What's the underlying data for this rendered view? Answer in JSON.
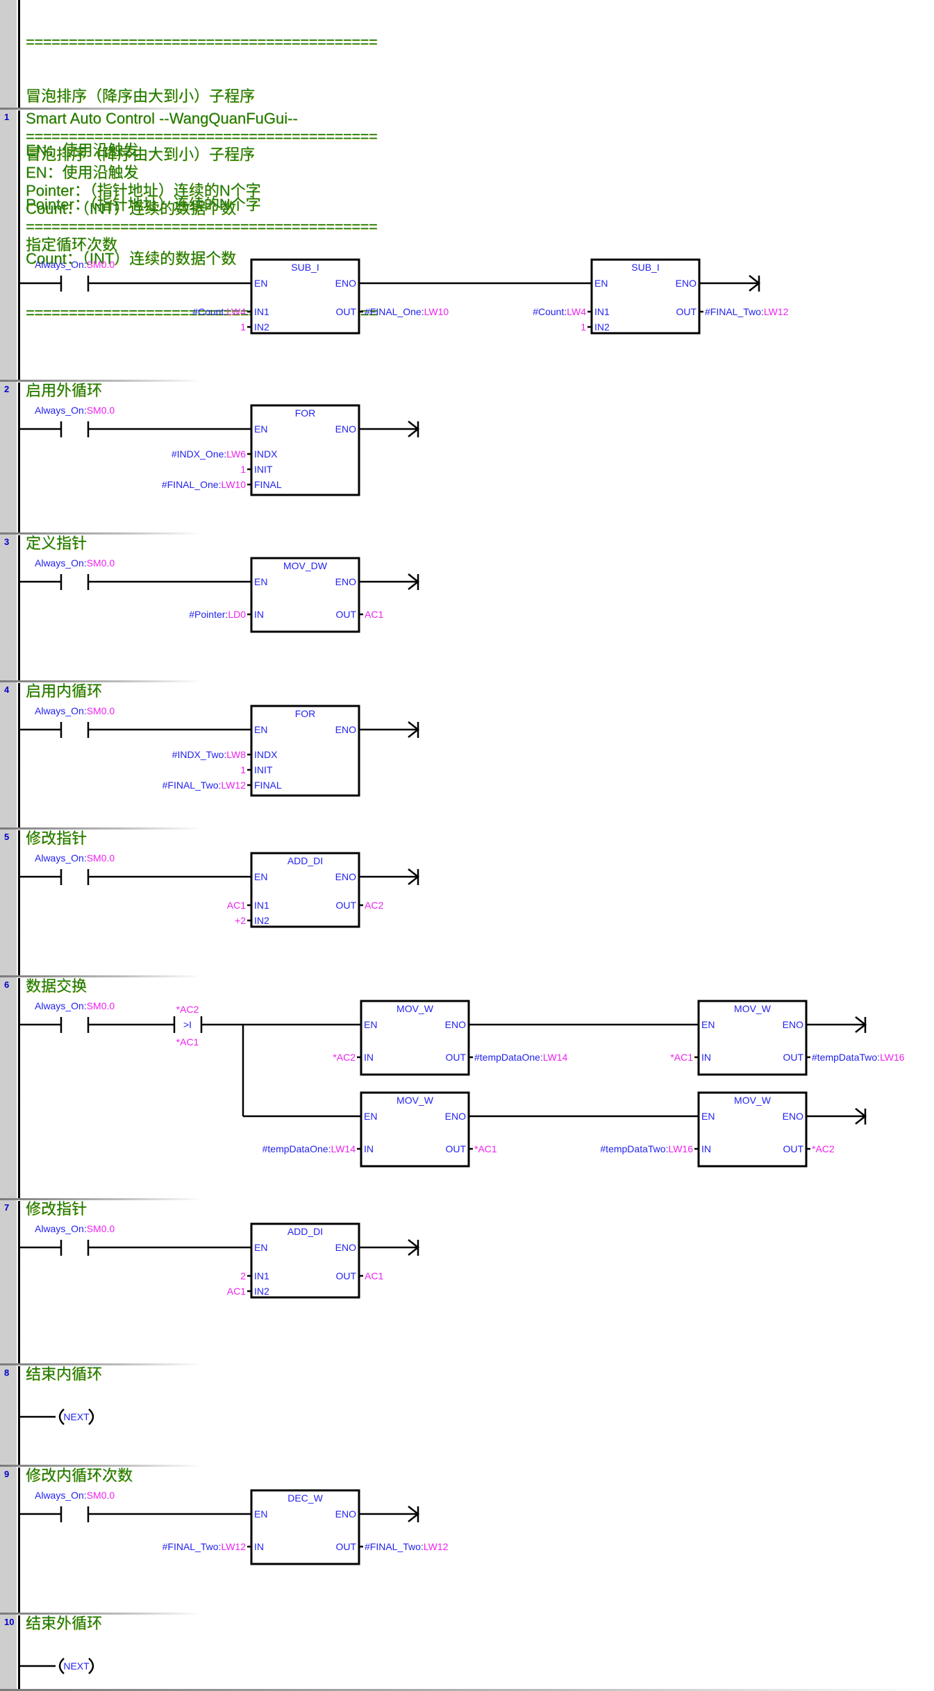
{
  "header_comment": {
    "lines": [
      "=========================================",
      "冒泡排序（降序由大到小）子程序",
      "EN：使用沿触发",
      "Pointer：（指针地址）连续的N个字",
      "Count：（INT）连续的数据个数",
      "========================================="
    ]
  },
  "networks": [
    {
      "number": "1",
      "comment_lines": [
        "Smart Auto Control --WangQuanFuGui--",
        "=========================================",
        "冒泡排序（降序由大到小）子程序",
        "EN：使用沿触发",
        "Pointer：（指针地址）连续的N个字",
        "Count：（INT）连续的数据个数",
        "=========================================",
        "指定循环次数"
      ],
      "contact": {
        "symbol": "Always_On",
        "address": "SM0.0"
      },
      "boxes": [
        {
          "name": "SUB_I",
          "en": "EN",
          "eno": "ENO",
          "inputs": [
            {
              "pin": "IN1",
              "symbol": "#Count",
              "address": "LW4"
            },
            {
              "pin": "IN2",
              "symbol": "",
              "address": "1"
            }
          ],
          "outputs": [
            {
              "pin": "OUT",
              "symbol": "#FINAL_One",
              "address": "LW10"
            }
          ]
        },
        {
          "name": "SUB_I",
          "en": "EN",
          "eno": "ENO",
          "inputs": [
            {
              "pin": "IN1",
              "symbol": "#Count",
              "address": "LW4"
            },
            {
              "pin": "IN2",
              "symbol": "",
              "address": "1"
            }
          ],
          "outputs": [
            {
              "pin": "OUT",
              "symbol": "#FINAL_Two",
              "address": "LW12"
            }
          ]
        }
      ]
    },
    {
      "number": "2",
      "comment_lines": [
        "启用外循环"
      ],
      "contact": {
        "symbol": "Always_On",
        "address": "SM0.0"
      },
      "boxes": [
        {
          "name": "FOR",
          "en": "EN",
          "eno": "ENO",
          "inputs": [
            {
              "pin": "INDX",
              "symbol": "#INDX_One",
              "address": "LW6"
            },
            {
              "pin": "INIT",
              "symbol": "",
              "address": "1"
            },
            {
              "pin": "FINAL",
              "symbol": "#FINAL_One",
              "address": "LW10"
            }
          ],
          "outputs": []
        }
      ]
    },
    {
      "number": "3",
      "comment_lines": [
        "定义指针"
      ],
      "contact": {
        "symbol": "Always_On",
        "address": "SM0.0"
      },
      "boxes": [
        {
          "name": "MOV_DW",
          "en": "EN",
          "eno": "ENO",
          "inputs": [
            {
              "pin": "IN",
              "symbol": "#Pointer",
              "address": "LD0"
            }
          ],
          "outputs": [
            {
              "pin": "OUT",
              "symbol": "",
              "address": "AC1"
            }
          ]
        }
      ]
    },
    {
      "number": "4",
      "comment_lines": [
        "启用内循环"
      ],
      "contact": {
        "symbol": "Always_On",
        "address": "SM0.0"
      },
      "boxes": [
        {
          "name": "FOR",
          "en": "EN",
          "eno": "ENO",
          "inputs": [
            {
              "pin": "INDX",
              "symbol": "#INDX_Two",
              "address": "LW8"
            },
            {
              "pin": "INIT",
              "symbol": "",
              "address": "1"
            },
            {
              "pin": "FINAL",
              "symbol": "#FINAL_Two",
              "address": "LW12"
            }
          ],
          "outputs": []
        }
      ]
    },
    {
      "number": "5",
      "comment_lines": [
        "修改指针"
      ],
      "contact": {
        "symbol": "Always_On",
        "address": "SM0.0"
      },
      "boxes": [
        {
          "name": "ADD_DI",
          "en": "EN",
          "eno": "ENO",
          "inputs": [
            {
              "pin": "IN1",
              "symbol": "",
              "address": "AC1"
            },
            {
              "pin": "IN2",
              "symbol": "",
              "address": "+2"
            }
          ],
          "outputs": [
            {
              "pin": "OUT",
              "symbol": "",
              "address": "AC2"
            }
          ]
        }
      ]
    },
    {
      "number": "6",
      "comment_lines": [
        "数据交换"
      ],
      "contact": {
        "symbol": "Always_On",
        "address": "SM0.0"
      },
      "compare": {
        "op": ">I",
        "top": "*AC2",
        "bottom": "*AC1"
      },
      "boxes": [
        {
          "name": "MOV_W",
          "en": "EN",
          "eno": "ENO",
          "inputs": [
            {
              "pin": "IN",
              "symbol": "",
              "address": "*AC2"
            }
          ],
          "outputs": [
            {
              "pin": "OUT",
              "symbol": "#tempDataOne",
              "address": "LW14"
            }
          ]
        },
        {
          "name": "MOV_W",
          "en": "EN",
          "eno": "ENO",
          "inputs": [
            {
              "pin": "IN",
              "symbol": "",
              "address": "*AC1"
            }
          ],
          "outputs": [
            {
              "pin": "OUT",
              "symbol": "#tempDataTwo",
              "address": "LW16"
            }
          ]
        },
        {
          "name": "MOV_W",
          "en": "EN",
          "eno": "ENO",
          "inputs": [
            {
              "pin": "IN",
              "symbol": "#tempDataOne",
              "address": "LW14"
            }
          ],
          "outputs": [
            {
              "pin": "OUT",
              "symbol": "",
              "address": "*AC1"
            }
          ]
        },
        {
          "name": "MOV_W",
          "en": "EN",
          "eno": "ENO",
          "inputs": [
            {
              "pin": "IN",
              "symbol": "#tempDataTwo",
              "address": "LW16"
            }
          ],
          "outputs": [
            {
              "pin": "OUT",
              "symbol": "",
              "address": "*AC2"
            }
          ]
        }
      ]
    },
    {
      "number": "7",
      "comment_lines": [
        "修改指针"
      ],
      "contact": {
        "symbol": "Always_On",
        "address": "SM0.0"
      },
      "boxes": [
        {
          "name": "ADD_DI",
          "en": "EN",
          "eno": "ENO",
          "inputs": [
            {
              "pin": "IN1",
              "symbol": "",
              "address": "2"
            },
            {
              "pin": "IN2",
              "symbol": "",
              "address": "AC1"
            }
          ],
          "outputs": [
            {
              "pin": "OUT",
              "symbol": "",
              "address": "AC1"
            }
          ]
        }
      ]
    },
    {
      "number": "8",
      "comment_lines": [
        "结束内循环"
      ],
      "coil": "NEXT"
    },
    {
      "number": "9",
      "comment_lines": [
        "修改内循环次数"
      ],
      "contact": {
        "symbol": "Always_On",
        "address": "SM0.0"
      },
      "boxes": [
        {
          "name": "DEC_W",
          "en": "EN",
          "eno": "ENO",
          "inputs": [
            {
              "pin": "IN",
              "symbol": "#FINAL_Two",
              "address": "LW12"
            }
          ],
          "outputs": [
            {
              "pin": "OUT",
              "symbol": "#FINAL_Two",
              "address": "LW12"
            }
          ]
        }
      ]
    },
    {
      "number": "10",
      "comment_lines": [
        "结束外循环"
      ],
      "coil": "NEXT"
    }
  ],
  "colors": {
    "comment": "#1a7a1a",
    "symbol": "#2222ee",
    "address": "#ee22ee",
    "network_number": "#0000cc",
    "wire": "#000000"
  }
}
